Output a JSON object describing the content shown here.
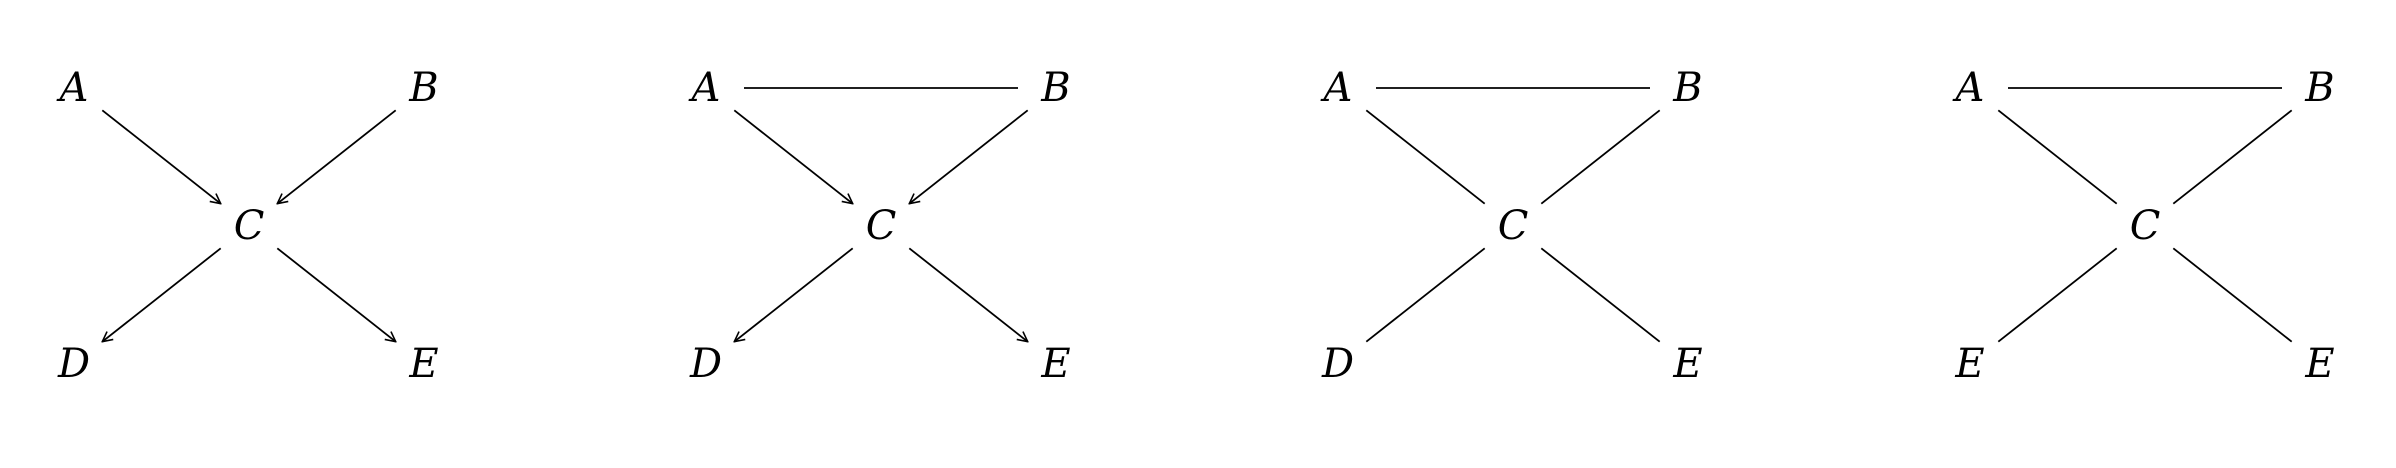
{
  "diagrams": [
    {
      "id": "graph-1",
      "nodes": [
        {
          "id": "A",
          "label": "A"
        },
        {
          "id": "B",
          "label": "B"
        },
        {
          "id": "C",
          "label": "C"
        },
        {
          "id": "D",
          "label": "D"
        },
        {
          "id": "E",
          "label": "E"
        }
      ],
      "edges": [
        {
          "from": "A",
          "to": "C",
          "directed": true
        },
        {
          "from": "B",
          "to": "C",
          "directed": true
        },
        {
          "from": "C",
          "to": "D",
          "directed": true
        },
        {
          "from": "C",
          "to": "E",
          "directed": true
        }
      ]
    },
    {
      "id": "graph-2",
      "nodes": [
        {
          "id": "A",
          "label": "A"
        },
        {
          "id": "B",
          "label": "B"
        },
        {
          "id": "C",
          "label": "C"
        },
        {
          "id": "D",
          "label": "D"
        },
        {
          "id": "E",
          "label": "E"
        }
      ],
      "edges": [
        {
          "from": "A",
          "to": "B",
          "directed": false
        },
        {
          "from": "A",
          "to": "C",
          "directed": true
        },
        {
          "from": "B",
          "to": "C",
          "directed": true
        },
        {
          "from": "C",
          "to": "D",
          "directed": true
        },
        {
          "from": "C",
          "to": "E",
          "directed": true
        }
      ]
    },
    {
      "id": "graph-3",
      "nodes": [
        {
          "id": "A",
          "label": "A"
        },
        {
          "id": "B",
          "label": "B"
        },
        {
          "id": "C",
          "label": "C"
        },
        {
          "id": "D",
          "label": "D"
        },
        {
          "id": "E",
          "label": "E"
        }
      ],
      "edges": [
        {
          "from": "A",
          "to": "B",
          "directed": false
        },
        {
          "from": "A",
          "to": "C",
          "directed": false
        },
        {
          "from": "B",
          "to": "C",
          "directed": false
        },
        {
          "from": "C",
          "to": "D",
          "directed": false
        },
        {
          "from": "C",
          "to": "E",
          "directed": false
        }
      ]
    },
    {
      "id": "graph-4",
      "nodes": [
        {
          "id": "A",
          "label": "A"
        },
        {
          "id": "B",
          "label": "B"
        },
        {
          "id": "C",
          "label": "C"
        },
        {
          "id": "E1",
          "label": "E"
        },
        {
          "id": "E2",
          "label": "E"
        }
      ],
      "edges": [
        {
          "from": "A",
          "to": "B",
          "directed": false
        },
        {
          "from": "A",
          "to": "C",
          "directed": false
        },
        {
          "from": "B",
          "to": "C",
          "directed": false
        },
        {
          "from": "C",
          "to": "E1",
          "directed": false
        },
        {
          "from": "C",
          "to": "E2",
          "directed": false
        }
      ]
    }
  ]
}
